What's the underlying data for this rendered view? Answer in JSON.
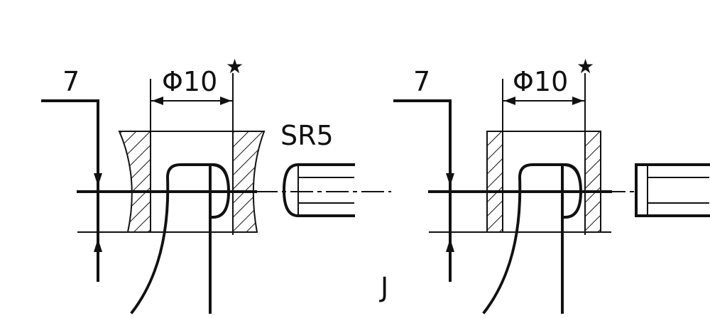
{
  "left_view": {
    "offset_label": "7",
    "diameter_label": "Φ10",
    "diameter_mark": "★",
    "radius_label": "SR5"
  },
  "right_view": {
    "offset_label": "7",
    "diameter_label": "Φ10",
    "diameter_mark": "★",
    "view_label": "J"
  },
  "colors": {
    "line": "#111111",
    "background": "#ffffff"
  }
}
